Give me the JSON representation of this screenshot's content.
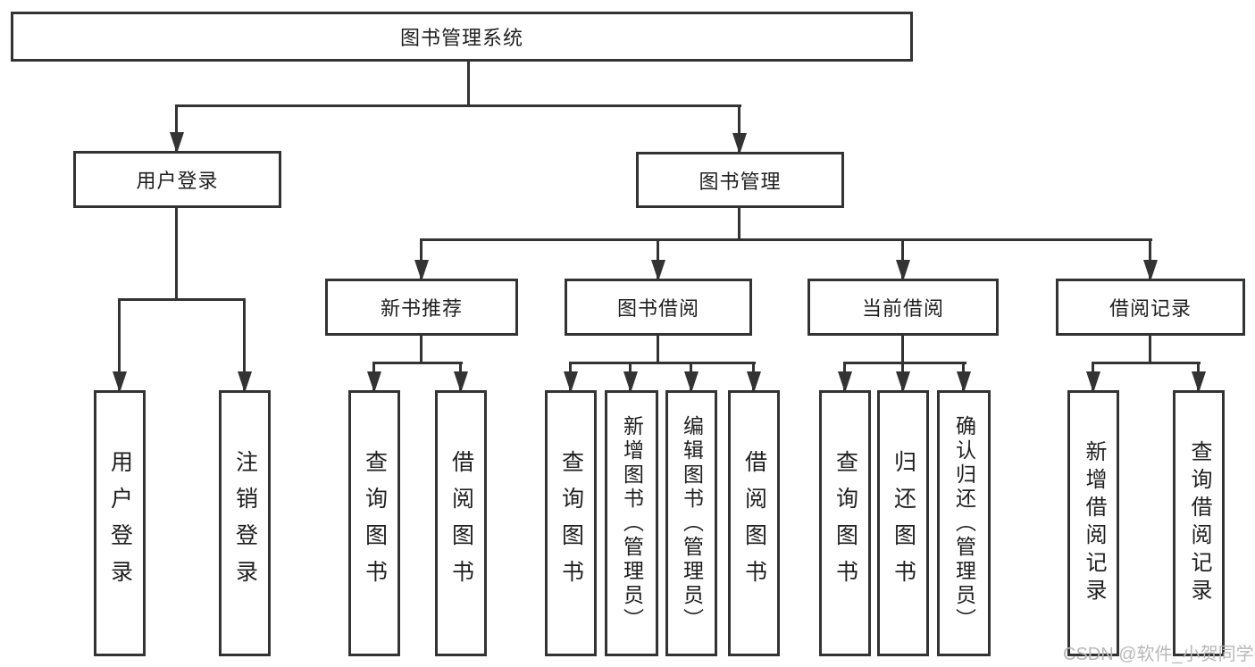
{
  "tree": {
    "label": "图书管理系统",
    "children": [
      {
        "label": "用户登录",
        "children": [
          {
            "label": "用户登录"
          },
          {
            "label": "注销登录"
          }
        ]
      },
      {
        "label": "图书管理",
        "children": [
          {
            "label": "新书推荐",
            "children": [
              {
                "label": "查询图书"
              },
              {
                "label": "借阅图书"
              }
            ]
          },
          {
            "label": "图书借阅",
            "children": [
              {
                "label": "查询图书"
              },
              {
                "label": "新增图书（管理员）"
              },
              {
                "label": "编辑图书（管理员）"
              },
              {
                "label": "借阅图书"
              }
            ]
          },
          {
            "label": "当前借阅",
            "children": [
              {
                "label": "查询图书"
              },
              {
                "label": "归还图书"
              },
              {
                "label": "确认归还（管理员）"
              }
            ]
          },
          {
            "label": "借阅记录",
            "children": [
              {
                "label": "新增借阅记录"
              },
              {
                "label": "查询借阅记录"
              }
            ]
          }
        ]
      }
    ]
  },
  "watermark": "CSDN @软件_小贺同学",
  "colors": {
    "line": "#333333",
    "box_border": "#333333",
    "box_fill": "#ffffff",
    "text": "#1f1f1f",
    "watermark": "#b8b8b8"
  }
}
